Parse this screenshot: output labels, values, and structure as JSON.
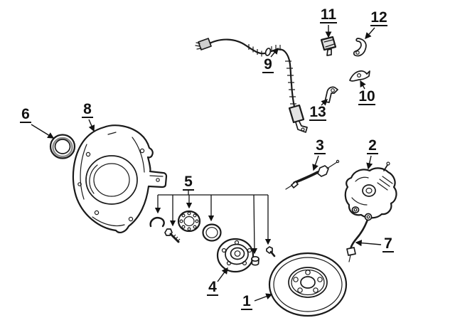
{
  "figure": {
    "background": "#ffffff",
    "line_color": "#1a1a1a",
    "type": "exploded-parts-diagram"
  },
  "callouts": [
    {
      "label": "1"
    },
    {
      "label": "2"
    },
    {
      "label": "3"
    },
    {
      "label": "4"
    },
    {
      "label": "5"
    },
    {
      "label": "6"
    },
    {
      "label": "7"
    },
    {
      "label": "8"
    },
    {
      "label": "9"
    },
    {
      "label": "10"
    },
    {
      "label": "11"
    },
    {
      "label": "12"
    },
    {
      "label": "13"
    }
  ]
}
